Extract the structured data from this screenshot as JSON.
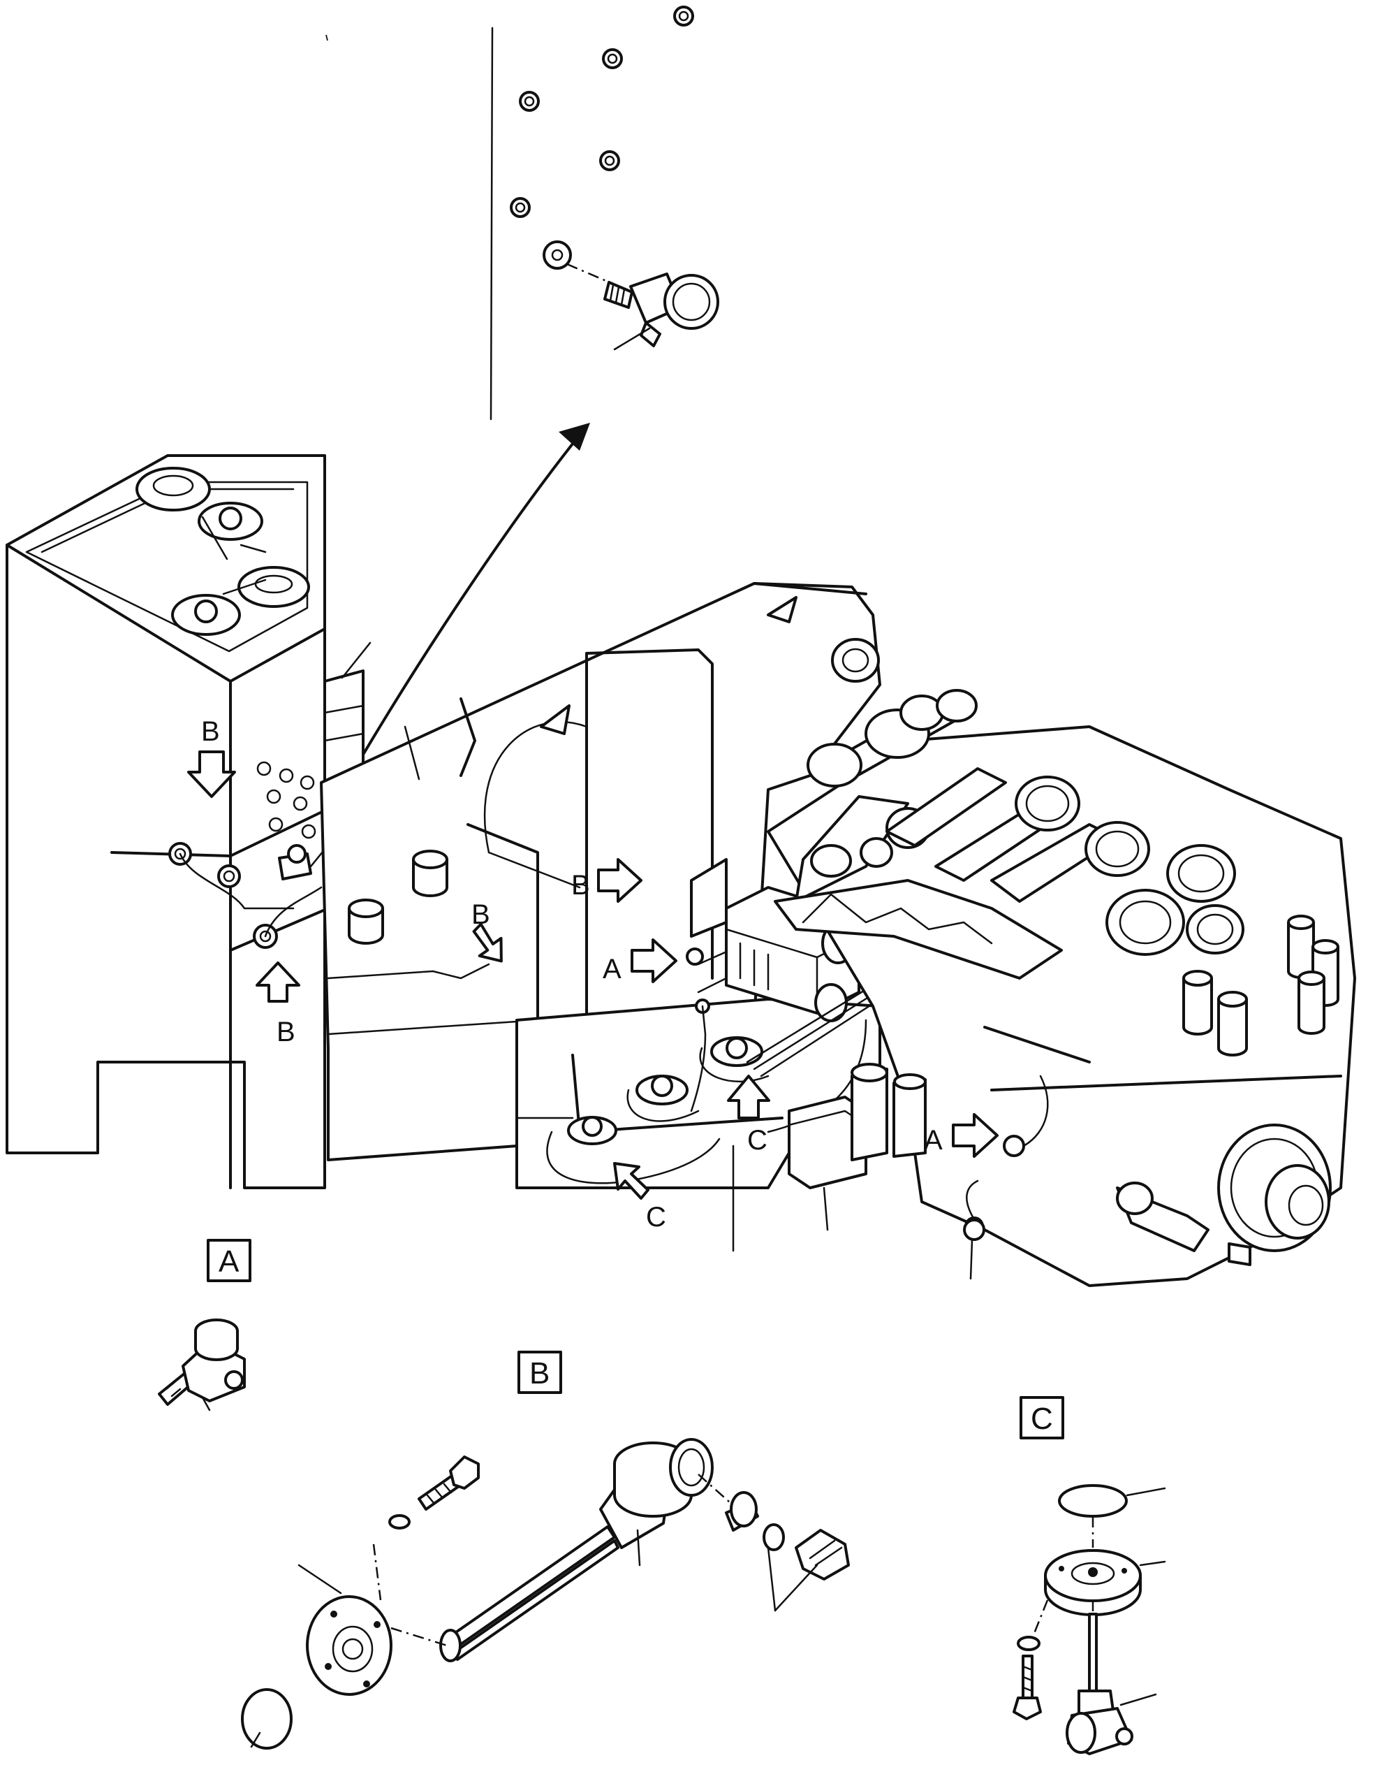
{
  "callouts": {
    "a": "A",
    "b": "B",
    "c": "C"
  },
  "detail_views": {
    "a": "A",
    "b": "B",
    "c": "C"
  }
}
